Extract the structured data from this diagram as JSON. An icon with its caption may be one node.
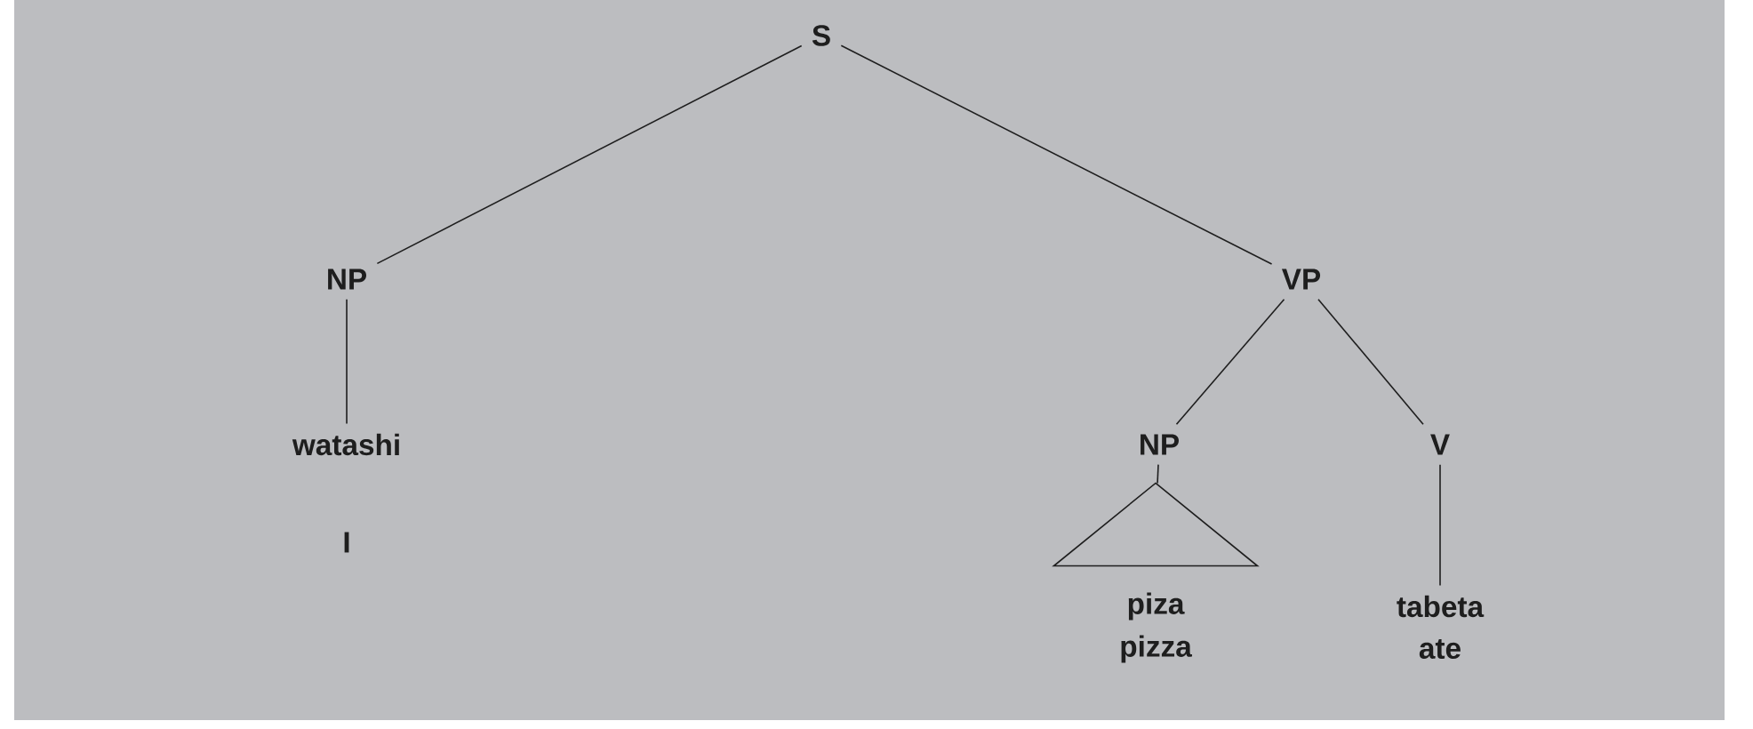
{
  "diagram": {
    "nodes": [
      {
        "text": [
          "S"
        ]
      },
      {
        "text": [
          "NP"
        ]
      },
      {
        "text": [
          "VP"
        ]
      },
      {
        "text": [
          "watashi"
        ],
        "beside": [
          "I"
        ]
      },
      {
        "text": [
          "NP"
        ]
      },
      {
        "text": [
          "V"
        ]
      },
      {
        "text": [],
        "shape": "triangle"
      },
      {
        "text": [
          "piza"
        ],
        "beside": [
          "pizza"
        ]
      },
      {
        "text": [
          "tabeta"
        ],
        "beside": [
          "ate"
        ]
      }
    ],
    "edges": [
      {
        "from": 0,
        "to": 1,
        "arrow": "none"
      },
      {
        "from": 0,
        "to": 2,
        "arrow": "none"
      },
      {
        "from": 1,
        "to": 3,
        "arrow": "none"
      },
      {
        "from": 2,
        "to": 4,
        "arrow": "none"
      },
      {
        "from": 2,
        "to": 5,
        "arrow": "none"
      },
      {
        "from": 4,
        "to": 6,
        "arrow": "none"
      },
      {
        "from": 5,
        "to": 8,
        "arrow": "none"
      }
    ]
  }
}
